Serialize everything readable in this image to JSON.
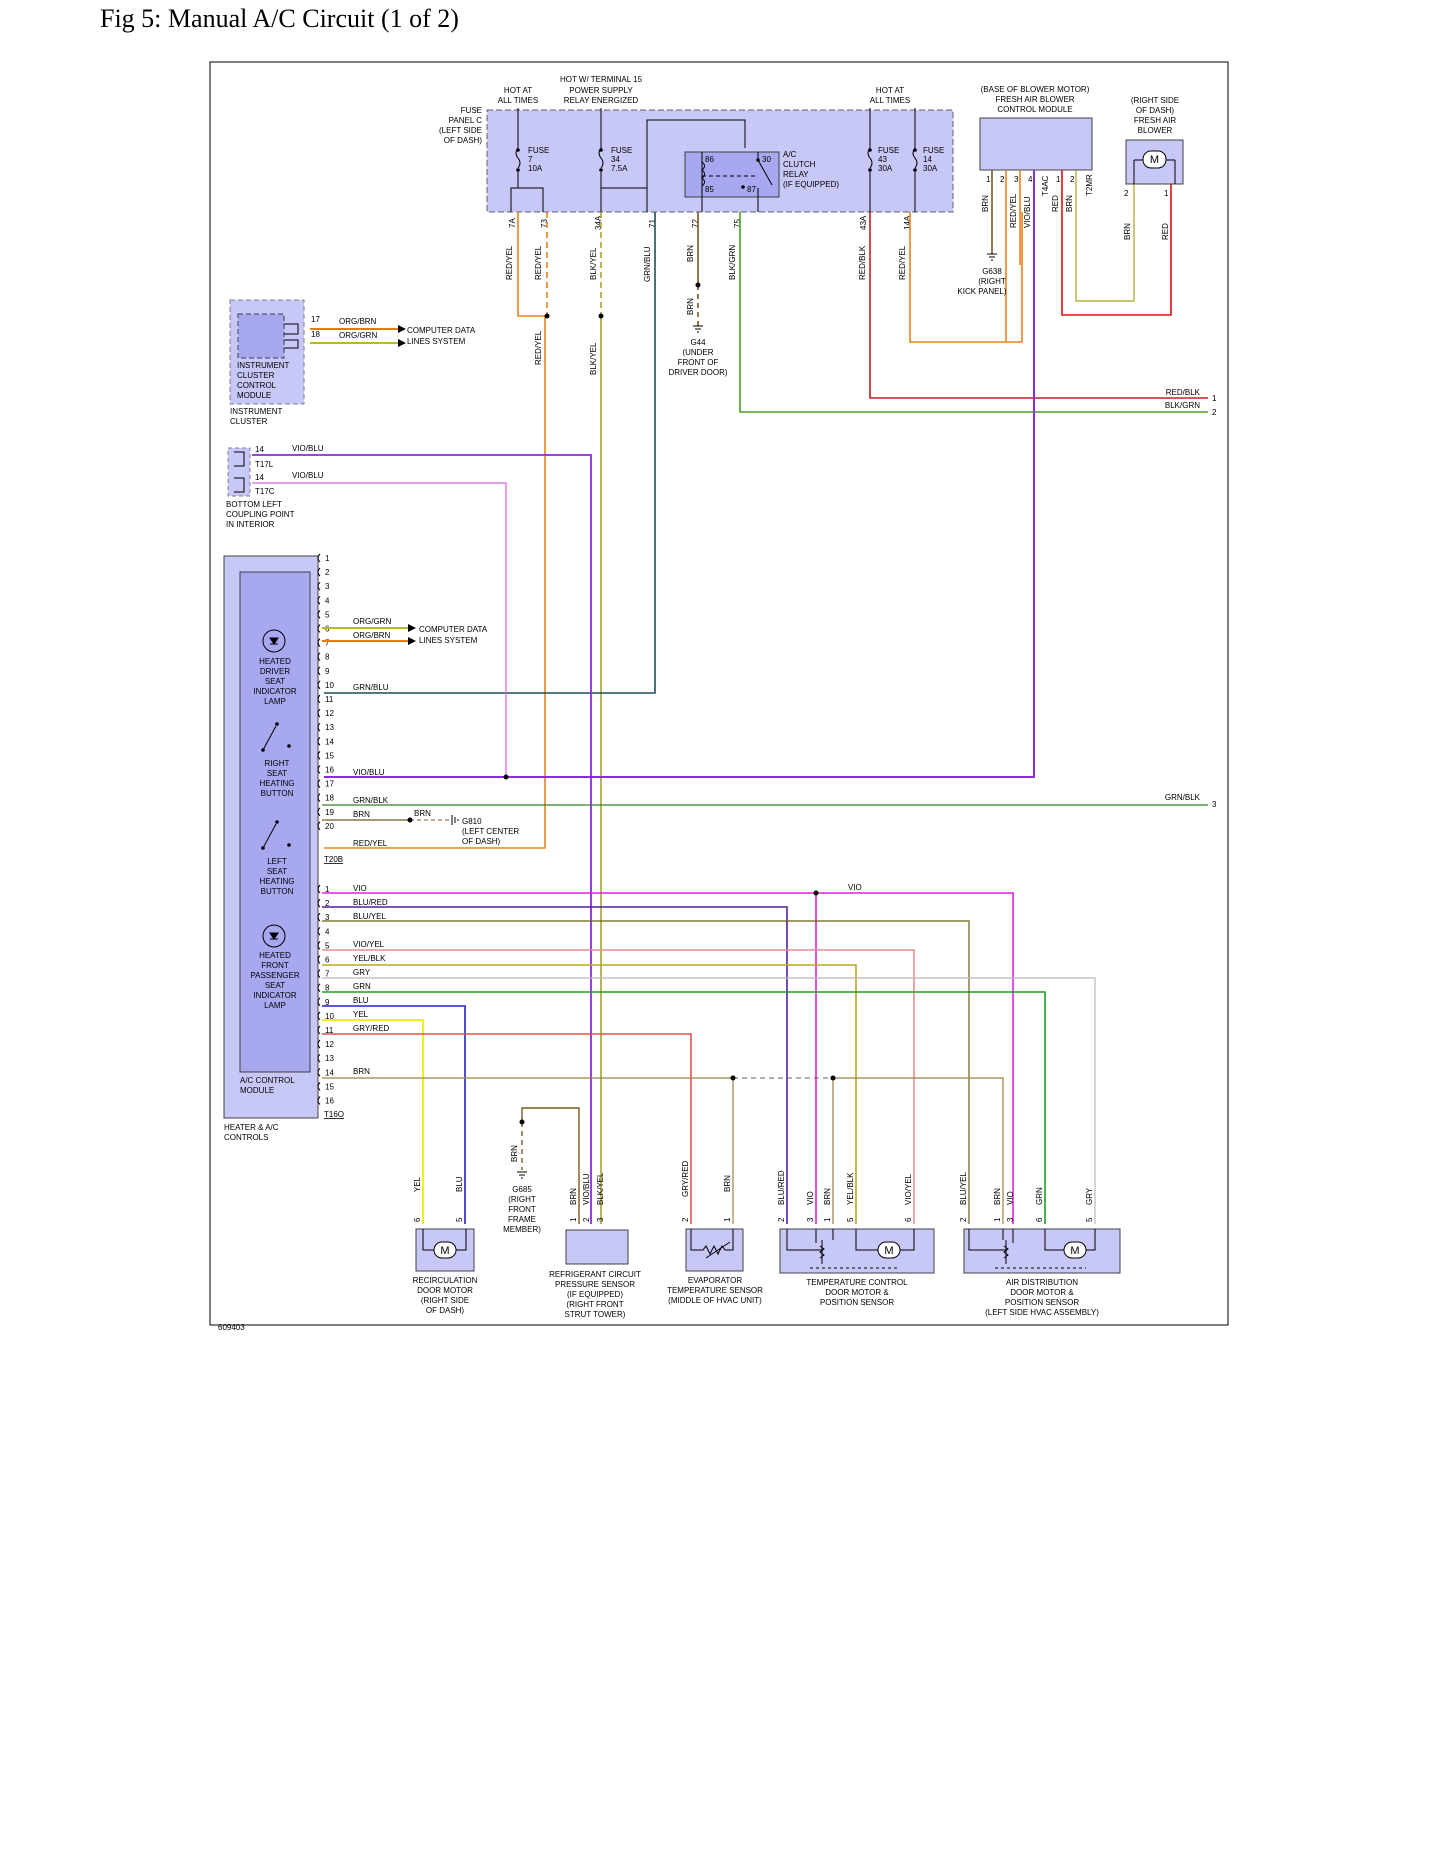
{
  "page_title": "Fig 5: Manual A/C Circuit (1 of 2)",
  "figure_id": "609403",
  "colors": {
    "fill": "#c8c8f8",
    "fill_dark": "#a8a8f0",
    "stroke": "#404040",
    "RED/YEL": "#e8841c",
    "BLK/YEL": "#a8a420",
    "GRN/BLU": "#1d4f5a",
    "BRN": "#7a5a20",
    "BLK/GRN": "#4aa02a",
    "RED/BLK": "#c02020",
    "VIO/BLU": "#8a2be2",
    "RED": "#e01010",
    "ORG/BRN": "#e07c10",
    "ORG/GRN": "#b8b820",
    "GRN/BLK": "#3c7a2a",
    "VIO": "#e020e0",
    "BLU/RED": "#5020a0",
    "BLU/YEL": "#6a6010",
    "VIO/YEL": "#e09090",
    "YEL/BLK": "#b8a820",
    "GRY": "#b8b8b8",
    "GRN": "#20a020",
    "BLU": "#2020d0",
    "YEL": "#f0f020",
    "GRY/RED": "#e05050",
    "VIO/BLU_light": "#e060e0"
  },
  "fuse_panel": {
    "hot_at_all_times_left": [
      "HOT AT",
      "ALL TIMES"
    ],
    "hot_w_terminal": [
      "HOT W/ TERMINAL 15",
      "POWER SUPPLY",
      "RELAY ENERGIZED"
    ],
    "hot_at_all_times_right": [
      "HOT AT",
      "ALL TIMES"
    ],
    "panel_label": [
      "FUSE",
      "PANEL C",
      "(LEFT SIDE",
      "OF DASH)"
    ],
    "fuse7": [
      "FUSE",
      "7",
      "10A"
    ],
    "fuse34": [
      "FUSE",
      "34",
      "7.5A"
    ],
    "fuse43": [
      "FUSE",
      "43",
      "30A"
    ],
    "fuse14": [
      "FUSE",
      "14",
      "30A"
    ],
    "relay_label": [
      "A/C",
      "CLUTCH",
      "RELAY",
      "(IF EQUIPPED)"
    ],
    "relay_pins": {
      "p86": "86",
      "p30": "30",
      "p85": "85",
      "p87": "87"
    },
    "pins": {
      "p7A": "7A",
      "p73": "73",
      "p34A": "34A",
      "p71": "71",
      "p72": "72",
      "p75": "75",
      "p43A": "43A",
      "p14A": "14A"
    }
  },
  "blower_module": {
    "label": [
      "(BASE OF BLOWER MOTOR)",
      "FRESH AIR BLOWER",
      "CONTROL MODULE"
    ],
    "pins": {
      "p1": "1",
      "p2": "2",
      "p3": "3",
      "p4": "4",
      "p1b": "1",
      "p2b": "2"
    },
    "connectors": {
      "c1": "T4AC",
      "c2": "T2MR"
    },
    "wires": {
      "w1": "BRN",
      "w2": "RED/YEL",
      "w3": "VIO/BLU",
      "w4": "RED",
      "w5": "BRN"
    }
  },
  "blower": {
    "label": [
      "(RIGHT SIDE",
      "OF DASH)",
      "FRESH AIR",
      "BLOWER"
    ],
    "motor": "M",
    "pins": {
      "p2": "2",
      "p1": "1"
    },
    "wires": {
      "w2": "BRN",
      "w1": "RED"
    }
  },
  "ground_g638": [
    "G638",
    "(RIGHT",
    "KICK PANEL)"
  ],
  "ground_g44": [
    "G44",
    "(UNDER",
    "FRONT OF",
    "DRIVER DOOR)"
  ],
  "ground_g810": [
    "G810",
    "(LEFT CENTER",
    "OF DASH)"
  ],
  "ground_g685": [
    "G685",
    "(RIGHT",
    "FRONT",
    "FRAME",
    "MEMBER)"
  ],
  "top_wire_labels": {
    "w7A": "RED/YEL",
    "w73": "RED/YEL",
    "w34A": "BLK/YEL",
    "w71": "GRN/BLU",
    "w72": "BRN",
    "w72b": "BRN",
    "w75": "BLK/GRN",
    "w43A": "RED/BLK",
    "w14A": "RED/YEL",
    "w73b": "RED/YEL",
    "w34Ab": "BLK/YEL"
  },
  "right_exits": {
    "e1_label": "RED/BLK",
    "e1_num": "1",
    "e2_label": "BLK/GRN",
    "e2_num": "2",
    "e3_label": "GRN/BLK",
    "e3_num": "3"
  },
  "instrument_cluster": {
    "module_label": [
      "INSTRUMENT",
      "CLUSTER",
      "CONTROL",
      "MODULE"
    ],
    "outer_label": [
      "INSTRUMENT",
      "CLUSTER"
    ],
    "pins": {
      "p17": "17",
      "p18": "18"
    },
    "wires": {
      "w17": "ORG/BRN",
      "w18": "ORG/GRN"
    },
    "data_lines": [
      "COMPUTER DATA",
      "LINES SYSTEM"
    ]
  },
  "coupling": {
    "pin_a": "14",
    "conn_a": "T17L",
    "wire_a": "VIO/BLU",
    "pin_b": "14",
    "conn_b": "T17C",
    "wire_b": "VIO/BLU",
    "label": [
      "BOTTOM LEFT",
      "COUPLING POINT",
      "IN INTERIOR"
    ]
  },
  "ac_module": {
    "heated_driver": [
      "HEATED",
      "DRIVER",
      "SEAT",
      "INDICATOR",
      "LAMP"
    ],
    "right_button": [
      "RIGHT",
      "SEAT",
      "HEATING",
      "BUTTON"
    ],
    "left_button": [
      "LEFT",
      "SEAT",
      "HEATING",
      "BUTTON"
    ],
    "heated_pass": [
      "HEATED",
      "FRONT",
      "PASSENGER",
      "SEAT",
      "INDICATOR",
      "LAMP"
    ],
    "module_label": [
      "A/C CONTROL",
      "MODULE"
    ],
    "outer_label": [
      "HEATER & A/C",
      "CONTROLS"
    ],
    "connector_a": "T20B",
    "connector_b": "T16O",
    "data_lines": [
      "COMPUTER DATA",
      "LINES SYSTEM"
    ],
    "t20_pins": [
      "1",
      "2",
      "3",
      "4",
      "5",
      "6",
      "7",
      "8",
      "9",
      "10",
      "11",
      "12",
      "13",
      "14",
      "15",
      "16",
      "17",
      "18",
      "19",
      "20"
    ],
    "t20_wires": {
      "p5": "ORG/GRN",
      "p6": "ORG/BRN",
      "p10": "GRN/BLU",
      "p16": "VIO/BLU",
      "p18": "GRN/BLK",
      "p19": "BRN",
      "p20": "RED/YEL",
      "g810_wire": "BRN"
    },
    "t16_pins": [
      "1",
      "2",
      "3",
      "4",
      "5",
      "6",
      "7",
      "8",
      "9",
      "10",
      "11",
      "12",
      "13",
      "14",
      "15",
      "16"
    ],
    "t16_wires": {
      "p1": "VIO",
      "p2": "BLU/RED",
      "p3": "BLU/YEL",
      "p5": "VIO/YEL",
      "p6": "YEL/BLK",
      "p7": "GRY",
      "p8": "GRN",
      "p9": "BLU",
      "p10": "YEL",
      "p11": "GRY/RED",
      "p14": "BRN",
      "vio_right": "VIO"
    }
  },
  "components": {
    "recirc": {
      "label": [
        "RECIRCULATION",
        "DOOR MOTOR",
        "(RIGHT SIDE",
        "OF DASH)"
      ],
      "pins": [
        "6",
        "5"
      ],
      "wires": [
        "YEL",
        "BLU"
      ],
      "motor": "M"
    },
    "g685_wire": "BRN",
    "refrig": {
      "label": [
        "REFRIGERANT CIRCUIT",
        "PRESSURE SENSOR",
        "(IF EQUIPPED)",
        "(RIGHT FRONT",
        "STRUT TOWER)"
      ],
      "pins": [
        "1",
        "2",
        "3"
      ],
      "wires": [
        "BRN",
        "VIO/BLU",
        "BLK/YEL"
      ]
    },
    "evap": {
      "label": [
        "EVAPORATOR",
        "TEMPERATURE SENSOR",
        "(MIDDLE OF HVAC UNIT)"
      ],
      "pins": [
        "2",
        "1"
      ],
      "wires": [
        "GRY/RED",
        "BRN"
      ]
    },
    "temp": {
      "label": [
        "TEMPERATURE CONTROL",
        "DOOR MOTOR &",
        "POSITION SENSOR"
      ],
      "pins": [
        "2",
        "3",
        "1",
        "5",
        "6"
      ],
      "wires": [
        "BLU/RED",
        "VIO",
        "BRN",
        "YEL/BLK",
        "VIO/YEL"
      ],
      "motor": "M"
    },
    "air": {
      "label": [
        "AIR DISTRIBUTION",
        "DOOR MOTOR &",
        "POSITION SENSOR",
        "(LEFT SIDE HVAC ASSEMBLY)"
      ],
      "pins": [
        "2",
        "1",
        "3",
        "6",
        "5"
      ],
      "wires": [
        "BLU/YEL",
        "BRN",
        "VIO",
        "GRN",
        "GRY"
      ],
      "motor": "M"
    }
  }
}
